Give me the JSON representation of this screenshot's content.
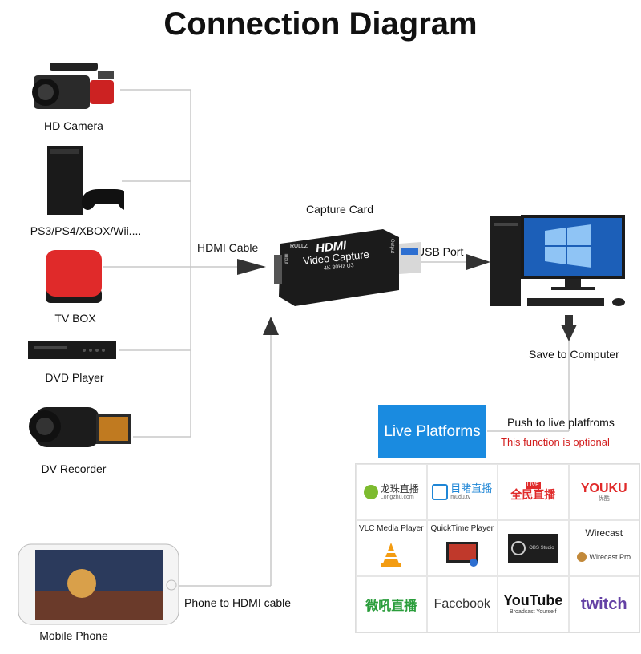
{
  "title": "Connection Diagram",
  "devices": [
    {
      "label": "HD Camera",
      "icon": "camcorder-icon"
    },
    {
      "label": "PS3/PS4/XBOX/Wii....",
      "icon": "game-console-icon"
    },
    {
      "label": "TV BOX",
      "icon": "tv-box-icon"
    },
    {
      "label": "DVD Player",
      "icon": "dvd-player-icon"
    },
    {
      "label": "DV Recorder",
      "icon": "dv-recorder-icon"
    },
    {
      "label": "Mobile Phone",
      "icon": "mobile-phone-icon"
    }
  ],
  "connections": {
    "hdmi_cable": "HDMI Cable",
    "usb_port": "USB Port",
    "phone_cable": "Phone to HDMI cable",
    "save": "Save to Computer",
    "push": "Push to live platfroms",
    "optional": "This function is optional"
  },
  "capture_card": {
    "caption": "Capture Card",
    "brand": "RULLZ",
    "logo": "HDMI",
    "name": "Video Capture",
    "spec": "4K 30Hz U3",
    "input_label": "Input",
    "output_label": "Output"
  },
  "live_platforms": {
    "label": "Live Platforms",
    "logos": [
      {
        "name": "龙珠直播",
        "sub": "Longzhu.com"
      },
      {
        "name": "目睹直播",
        "sub": "mudu.tv"
      },
      {
        "name": "全民直播",
        "sub": "LIVE"
      },
      {
        "name": "YOUKU",
        "sub": "优酷"
      },
      {
        "name": "VLC Media Player",
        "sub": ""
      },
      {
        "name": "QuickTime Player",
        "sub": ""
      },
      {
        "name": "OBS Studio",
        "sub": ""
      },
      {
        "name": "Wirecast",
        "sub": "Wirecast Pro"
      },
      {
        "name": "微吼直播",
        "sub": ""
      },
      {
        "name": "Facebook",
        "sub": ""
      },
      {
        "name": "YouTube",
        "sub": "Broadcast Yourself"
      },
      {
        "name": "twitch",
        "sub": ""
      }
    ]
  },
  "colors": {
    "accent": "#1a8be0",
    "optional": "#d21c1c",
    "line": "#c8c8c8"
  }
}
